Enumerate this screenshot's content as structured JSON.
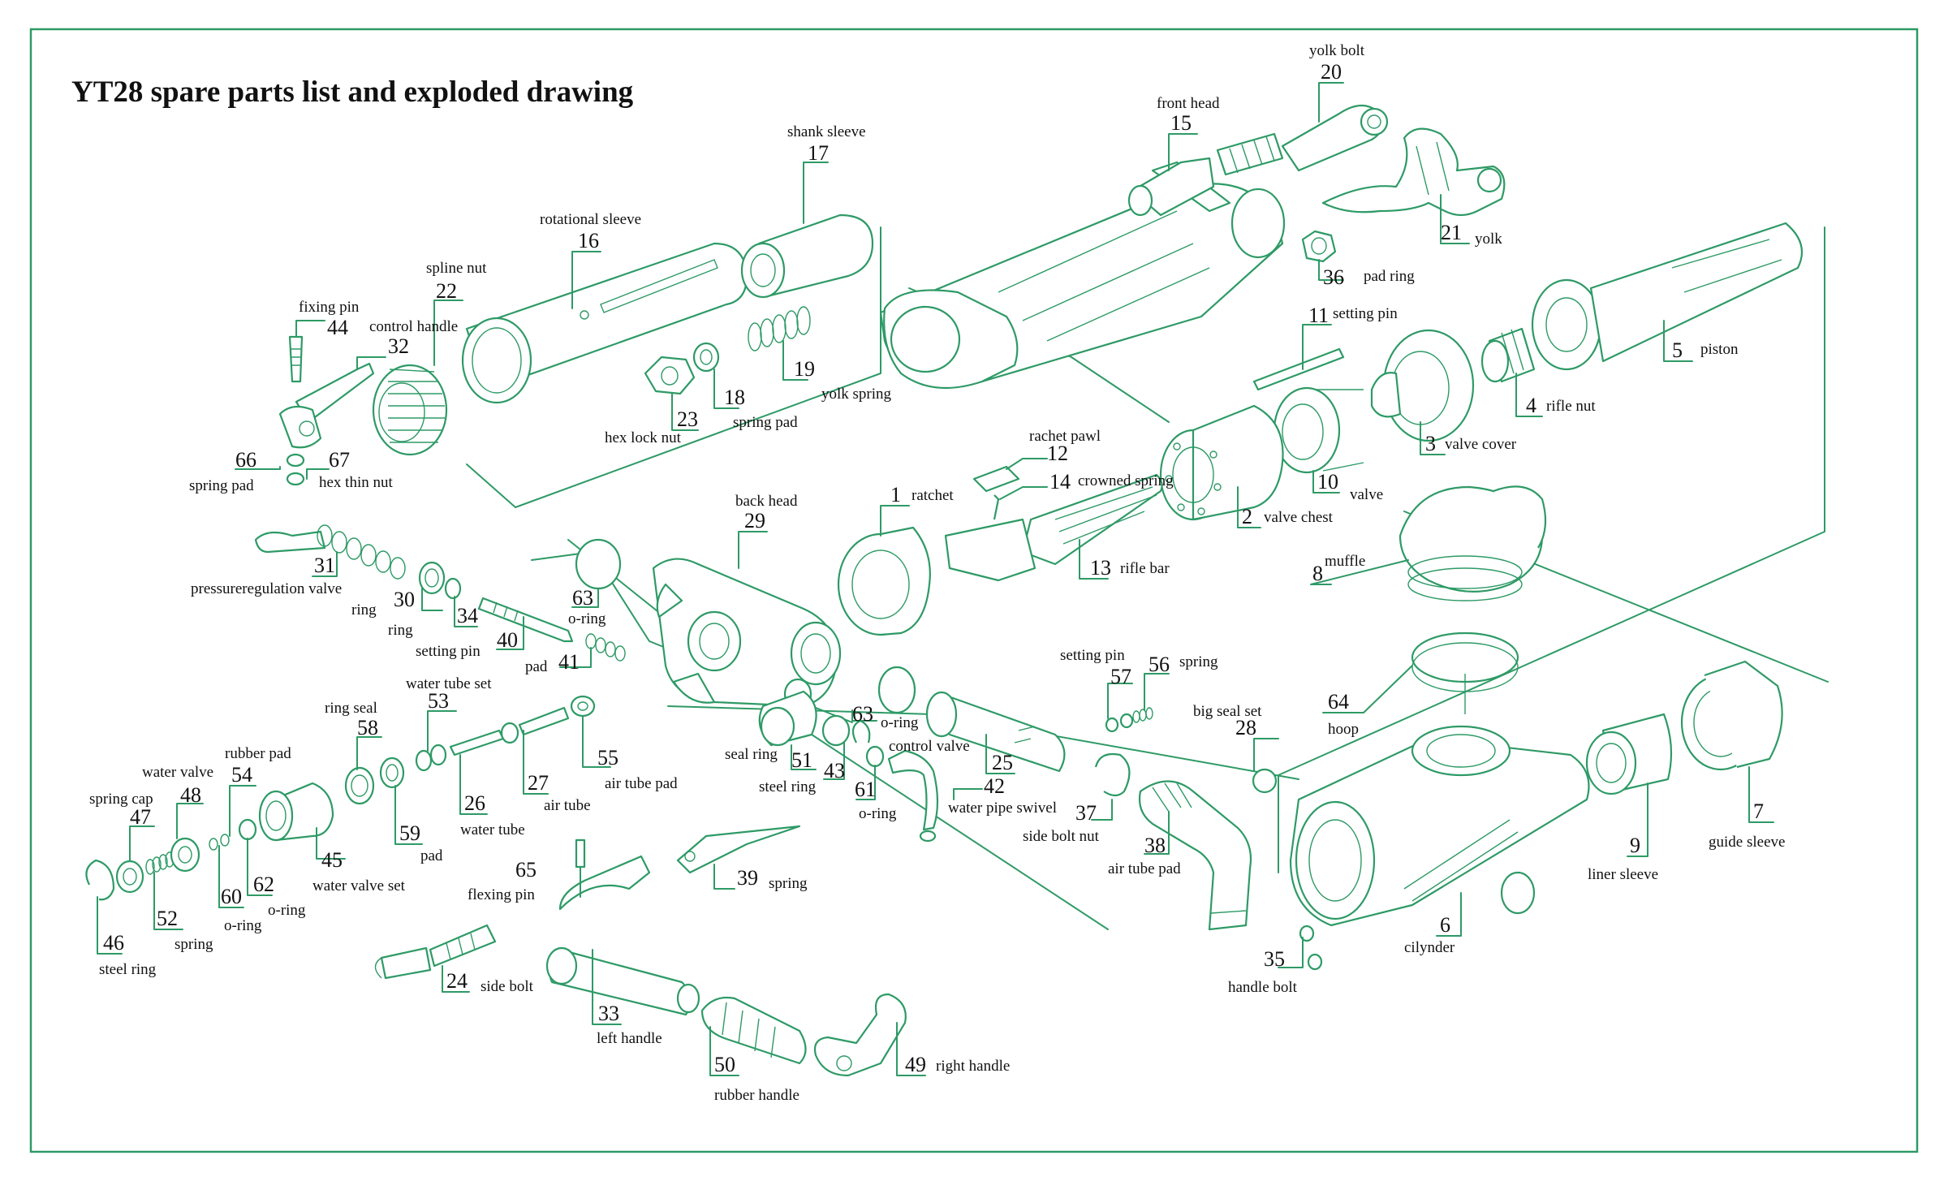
{
  "title": "YT28 spare parts list and exploded drawing",
  "colors": {
    "line": "#2e9a66",
    "text": "#111111",
    "background": "#ffffff"
  },
  "callouts": [
    {
      "id": "c1",
      "num": "1",
      "label": "ratchet"
    },
    {
      "id": "c2",
      "num": "2",
      "label": "valve chest"
    },
    {
      "id": "c3",
      "num": "3",
      "label": "valve cover"
    },
    {
      "id": "c4",
      "num": "4",
      "label": "rifle nut"
    },
    {
      "id": "c5",
      "num": "5",
      "label": "piston"
    },
    {
      "id": "c6",
      "num": "6",
      "label": "cilynder"
    },
    {
      "id": "c7",
      "num": "7",
      "label": "guide sleeve"
    },
    {
      "id": "c8",
      "num": "8",
      "label": "muffle"
    },
    {
      "id": "c9",
      "num": "9",
      "label": "liner sleeve"
    },
    {
      "id": "c10",
      "num": "10",
      "label": "valve"
    },
    {
      "id": "c11",
      "num": "11",
      "label": "setting pin"
    },
    {
      "id": "c12",
      "num": "12",
      "label": "rachet pawl"
    },
    {
      "id": "c13",
      "num": "13",
      "label": "rifle bar"
    },
    {
      "id": "c14",
      "num": "14",
      "label": "crowned spring"
    },
    {
      "id": "c15",
      "num": "15",
      "label": "front head"
    },
    {
      "id": "c16",
      "num": "16",
      "label": "rotational sleeve"
    },
    {
      "id": "c17",
      "num": "17",
      "label": "shank sleeve"
    },
    {
      "id": "c18",
      "num": "18",
      "label": "spring pad"
    },
    {
      "id": "c19",
      "num": "19",
      "label": "yolk spring"
    },
    {
      "id": "c20",
      "num": "20",
      "label": "yolk bolt"
    },
    {
      "id": "c21",
      "num": "21",
      "label": "yolk"
    },
    {
      "id": "c22",
      "num": "22",
      "label": "spline nut"
    },
    {
      "id": "c23",
      "num": "23",
      "label": "hex lock nut"
    },
    {
      "id": "c24",
      "num": "24",
      "label": "side bolt"
    },
    {
      "id": "c25",
      "num": "25",
      "label": "control valve"
    },
    {
      "id": "c26",
      "num": "26",
      "label": "water tube"
    },
    {
      "id": "c27",
      "num": "27",
      "label": "air tube"
    },
    {
      "id": "c28",
      "num": "28",
      "label": "big seal set"
    },
    {
      "id": "c29",
      "num": "29",
      "label": "back head"
    },
    {
      "id": "c30",
      "num": "30",
      "label": "ring"
    },
    {
      "id": "c31",
      "num": "31",
      "label": "pressureregulation valve"
    },
    {
      "id": "c32",
      "num": "32",
      "label": "control handle"
    },
    {
      "id": "c33",
      "num": "33",
      "label": "left handle"
    },
    {
      "id": "c34",
      "num": "34",
      "label": "ring"
    },
    {
      "id": "c35",
      "num": "35",
      "label": "handle bolt"
    },
    {
      "id": "c36",
      "num": "36",
      "label": "pad ring"
    },
    {
      "id": "c37",
      "num": "37",
      "label": "side bolt nut"
    },
    {
      "id": "c38",
      "num": "38",
      "label": "air tube pad"
    },
    {
      "id": "c39",
      "num": "39",
      "label": "spring"
    },
    {
      "id": "c40",
      "num": "40",
      "label": "setting pin"
    },
    {
      "id": "c41",
      "num": "41",
      "label": "pad"
    },
    {
      "id": "c42",
      "num": "42",
      "label": "water pipe swivel"
    },
    {
      "id": "c43",
      "num": "43",
      "label": "steel ring"
    },
    {
      "id": "c44",
      "num": "44",
      "label": "fixing pin"
    },
    {
      "id": "c45",
      "num": "45",
      "label": "water valve set"
    },
    {
      "id": "c46",
      "num": "46",
      "label": "steel ring"
    },
    {
      "id": "c47",
      "num": "47",
      "label": "spring cap"
    },
    {
      "id": "c48",
      "num": "48",
      "label": "water valve"
    },
    {
      "id": "c49",
      "num": "49",
      "label": "right handle"
    },
    {
      "id": "c50",
      "num": "50",
      "label": "rubber handle"
    },
    {
      "id": "c51",
      "num": "51",
      "label": "seal ring"
    },
    {
      "id": "c52",
      "num": "52",
      "label": "spring"
    },
    {
      "id": "c53",
      "num": "53",
      "label": "water tube set"
    },
    {
      "id": "c54",
      "num": "54",
      "label": "rubber pad"
    },
    {
      "id": "c55",
      "num": "55",
      "label": "air tube pad"
    },
    {
      "id": "c56",
      "num": "56",
      "label": "spring"
    },
    {
      "id": "c57",
      "num": "57",
      "label": "setting pin"
    },
    {
      "id": "c58",
      "num": "58",
      "label": "ring seal"
    },
    {
      "id": "c59",
      "num": "59",
      "label": "pad"
    },
    {
      "id": "c60",
      "num": "60",
      "label": "o-ring"
    },
    {
      "id": "c61",
      "num": "61",
      "label": "o-ring"
    },
    {
      "id": "c62",
      "num": "62",
      "label": "o-ring"
    },
    {
      "id": "c63a",
      "num": "63",
      "label": "o-ring"
    },
    {
      "id": "c63b",
      "num": "63",
      "label": "o-ring"
    },
    {
      "id": "c64",
      "num": "64",
      "label": "hoop"
    },
    {
      "id": "c65",
      "num": "65",
      "label": "flexing pin"
    },
    {
      "id": "c66",
      "num": "66",
      "label": "spring pad"
    },
    {
      "id": "c67",
      "num": "67",
      "label": "hex thin nut"
    }
  ]
}
